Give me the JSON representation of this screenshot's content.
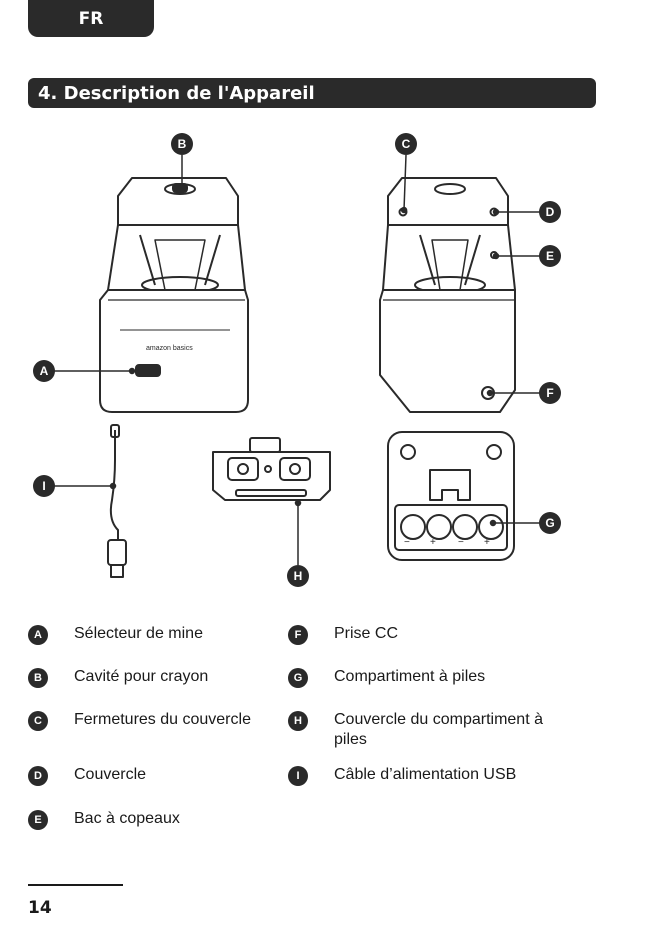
{
  "header": {
    "lang_tab": "FR",
    "section_title": "4. Description de l'Appareil"
  },
  "callouts": {
    "A": "A",
    "B": "B",
    "C": "C",
    "D": "D",
    "E": "E",
    "F": "F",
    "G": "G",
    "H": "H",
    "I": "I"
  },
  "product": {
    "brand": "amazon basics"
  },
  "battery": {
    "plus1": "+",
    "minus1": "−",
    "plus2": "+",
    "minus2": "−"
  },
  "legend": {
    "A": "Sélecteur de mine",
    "B": "Cavité pour crayon",
    "C": "Fermetures du couvercle",
    "D": "Couvercle",
    "E": "Bac à copeaux",
    "F": "Prise CC",
    "G": "Compartiment à piles",
    "H": "Couvercle du compartiment à piles",
    "I": "Câble d’alimentation USB"
  },
  "footer": {
    "page_number": "14"
  }
}
